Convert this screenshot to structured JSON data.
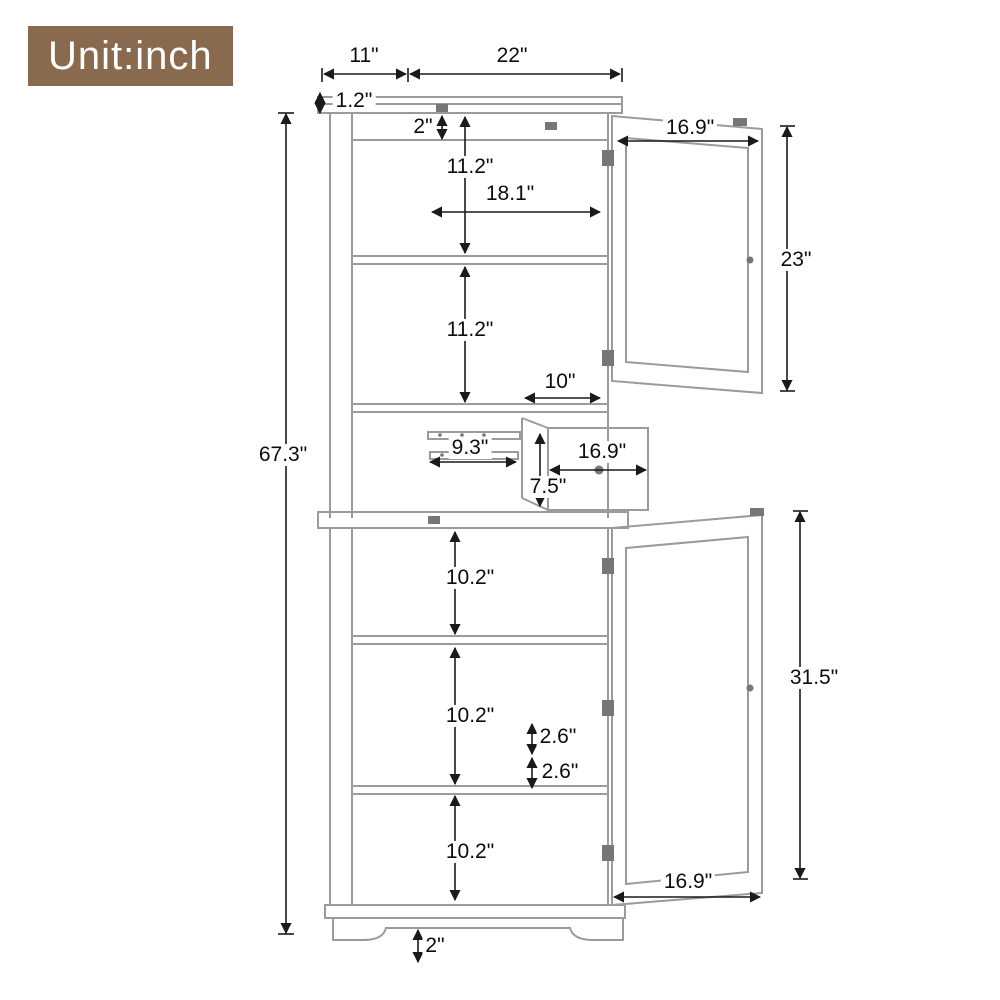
{
  "unit_badge": {
    "text": "Unit:inch",
    "bg": "#8a6a4e",
    "fg": "#ffffff"
  },
  "diagram": {
    "type": "dimension-diagram",
    "unit": "inch",
    "line_color": "#9b9b9b",
    "dimension_color": "#1a1a1a"
  },
  "dims": [
    {
      "name": "top-depth",
      "text": "11\""
    },
    {
      "name": "top-width",
      "text": "22\""
    },
    {
      "name": "top-thickness",
      "text": "1.2\""
    },
    {
      "name": "top-frame-width",
      "text": "2\""
    },
    {
      "name": "upper-shelf-space-1",
      "text": "11.2\""
    },
    {
      "name": "interior-width",
      "text": "18.1\""
    },
    {
      "name": "upper-door-width",
      "text": "16.9\""
    },
    {
      "name": "upper-door-height",
      "text": "23\""
    },
    {
      "name": "upper-shelf-space-2",
      "text": "11.2\""
    },
    {
      "name": "shelf-depth",
      "text": "10\""
    },
    {
      "name": "drawer-slide-length",
      "text": "9.3\""
    },
    {
      "name": "drawer-width",
      "text": "16.9\""
    },
    {
      "name": "drawer-height",
      "text": "7.5\""
    },
    {
      "name": "overall-height",
      "text": "67.3\""
    },
    {
      "name": "lower-shelf-space-1",
      "text": "10.2\""
    },
    {
      "name": "lower-shelf-space-2",
      "text": "10.2\""
    },
    {
      "name": "shelf-gap-1",
      "text": "2.6\""
    },
    {
      "name": "shelf-gap-2",
      "text": "2.6\""
    },
    {
      "name": "lower-shelf-space-3",
      "text": "10.2\""
    },
    {
      "name": "lower-door-height",
      "text": "31.5\""
    },
    {
      "name": "lower-door-width",
      "text": "16.9\""
    },
    {
      "name": "base-height",
      "text": "2\""
    }
  ]
}
